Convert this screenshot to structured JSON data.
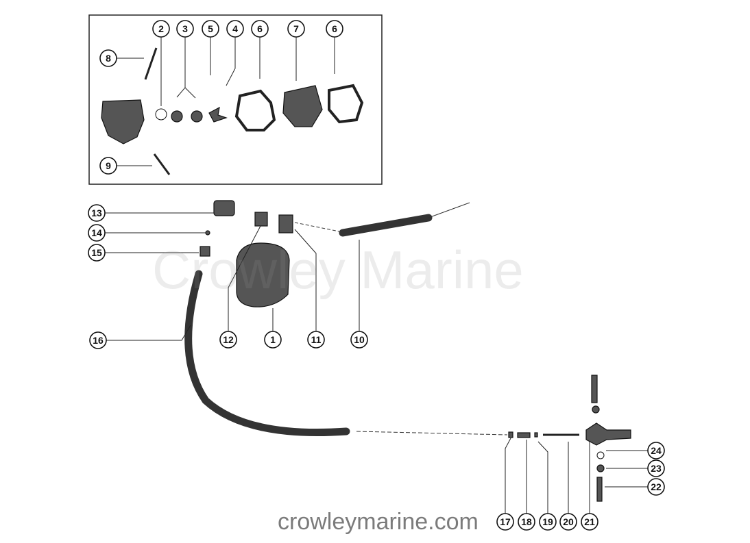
{
  "callouts": [
    "2",
    "3",
    "5",
    "4",
    "6",
    "7",
    "6",
    "8",
    "9",
    "13",
    "14",
    "15",
    "16",
    "12",
    "1",
    "11",
    "10",
    "17",
    "18",
    "19",
    "20",
    "21",
    "24",
    "23",
    "22"
  ],
  "watermark_text": "Crowley Marine",
  "watermark_url": "crowleymarine.com"
}
